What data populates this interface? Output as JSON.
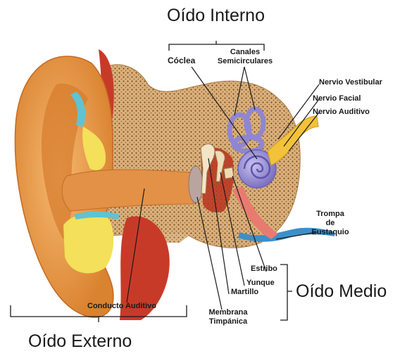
{
  "sections": {
    "inner": "Oído Interno",
    "middle": "Oído Medio",
    "outer": "Oído Externo"
  },
  "labels": {
    "cochlea": "Cóclea",
    "semicircular_line1": "Canales",
    "semicircular_line2": "Semicirculares",
    "vestibular_nerve": "Nervio Vestibular",
    "facial_nerve": "Nervio Facial",
    "auditory_nerve": "Nervio Auditivo",
    "eustachian_line1": "Trompa",
    "eustachian_line2": "de",
    "eustachian_line3": "Eustaquio",
    "stapes": "Estribo",
    "incus": "Yunque",
    "malleus": "Martillo",
    "eardrum_line1": "Membrana",
    "eardrum_line2": "Timpánica",
    "ear_canal": "Conducto Auditivo"
  },
  "colors": {
    "skin": "#eda25a",
    "skin_shadow": "#c56a22",
    "bone": "#d9b07a",
    "bone_dots": "#6b3f1c",
    "cartilage": "#5fc3d3",
    "fat": "#f4e05a",
    "muscle": "#c83a28",
    "cochlea": "#9a90d8",
    "nerve": "#f2c23a",
    "eardrum": "#b9a4a0",
    "line": "#1a1a1a"
  }
}
